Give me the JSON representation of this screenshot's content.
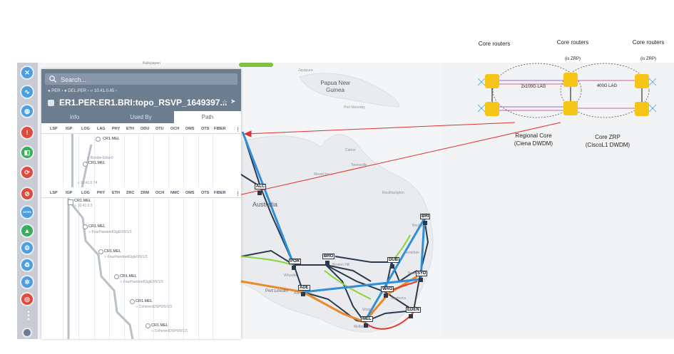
{
  "map": {
    "labels": {
      "balikpapan": "Balikpapan",
      "jayapura": "Jayapura",
      "png": "Papua New Guinea",
      "port_moresby": "Port Moresby",
      "cairns": "Cairns",
      "townsville": "Townsville",
      "mount_isa": "Mount Isa",
      "rockhampton": "Rockhampton",
      "australia": "Australia",
      "brisbane": "Brisbane",
      "port_lincoln": "Port Lincoln",
      "whyalla": "Whyalla",
      "adelaide": "Adelaide",
      "canberra": "Canberra",
      "melbourne": "Melbourne",
      "armidale": "Armidale",
      "newcastle": "Newcastle",
      "wagga": "Wagga",
      "broken_hill": "Broken Hill"
    },
    "sites": {
      "alc": "ALC",
      "bri": "BRI",
      "por": "POR",
      "bro": "BRO",
      "dub": "DUB",
      "ade": "ADE",
      "wag": "WAG",
      "syd": "SYD",
      "mel": "MEL",
      "eden": "EDEN"
    }
  },
  "rail": {
    "icons": [
      "home-icon",
      "network-icon",
      "globe-icon",
      "alert-icon",
      "layers-icon",
      "sync-icon",
      "signal-icon",
      "sites-icon",
      "triangle-icon",
      "gear-icon",
      "recycle-icon",
      "settings-icon",
      "target-icon",
      "more-icon",
      "user-icon"
    ],
    "sites_label": "SITES",
    "more_label": "⋮"
  },
  "panel": {
    "search_placeholder": "Search...",
    "breadcrumb": "● PER › ● DEL.PER › ›› 10.41.0.65 ›",
    "title": "ER1.PER:ER1.BRI:topo_RSVP_1649397...",
    "tabs": [
      "Info",
      "Used By",
      "Path"
    ],
    "header1": [
      "LSP",
      "IGP",
      "LOG",
      "LAG",
      "PHY",
      "ETH",
      "ODU",
      "OTU",
      "OCH",
      "OMS",
      "OTS",
      "FIBER"
    ],
    "header2": [
      "LSP",
      "IGP",
      "LOG",
      "PHY",
      "ETH",
      "ZRC",
      "ZRM",
      "OCH",
      "NMC",
      "OMS",
      "OTS",
      "FIBER"
    ],
    "block1": [
      {
        "label": "CR1.MEL",
        "sub": ""
      },
      {
        "label": "",
        "sub": "›› Bundle-Ether0"
      },
      {
        "label": "CR1.MEL",
        "sub": ""
      },
      {
        "label": "",
        "sub": "›› 10.41.0.74"
      }
    ],
    "block2": [
      {
        "label": "CR1.MEL",
        "sub": "›› 10.41.0.3"
      },
      {
        "label": "CR1.MEL",
        "sub": "›› FourHundredGigE0/0/1/3"
      },
      {
        "label": "CR1.MEL",
        "sub": "›› FourHundredGigE0/0/1/3"
      },
      {
        "label": "CR1.MEL",
        "sub": "›› FourHundredGigE0/0/1/3"
      },
      {
        "label": "CR1.MEL",
        "sub": "›› CoherentDSP0/0/1/3"
      },
      {
        "label": "CR1.MEL",
        "sub": "›› CoherentDSP0/0/1/3"
      }
    ]
  },
  "diagram": {
    "core_left": "Core routers",
    "core_mid": "Core routers",
    "core_mid_sub": "(is ZRP)",
    "core_right": "Core routers",
    "core_right_sub": "(is ZRP)",
    "lag_left": "2x100G LAG",
    "lag_right": "400G LAG",
    "regional": "Regional Core",
    "regional_sub": "(Ciena DWDM)",
    "zrp": "Core ZRP",
    "zrp_sub": "(CiscoL1 DWDM)"
  },
  "colors": {
    "router": "#f5c518",
    "blue_link": "#2f8fd8",
    "orange_link": "#e8892a",
    "green_link": "#8ad43a",
    "red_link": "#e23c2c",
    "dark_link": "#2a3a4c",
    "panel_header": "#6c7d90"
  }
}
